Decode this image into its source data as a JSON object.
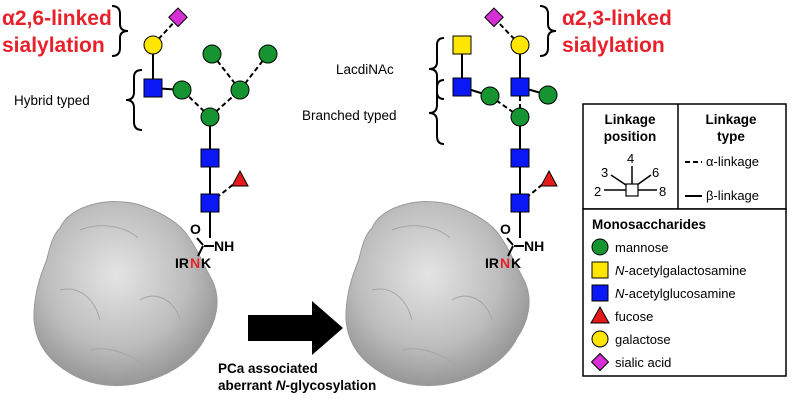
{
  "left": {
    "title_line1": "α2,6-linked",
    "title_line2": "sialylation",
    "hybrid_label": "Hybrid typed",
    "peptide": {
      "pre": "IR",
      "site": "N",
      "post": "K"
    },
    "amide_o": "O",
    "amide_nh": "NH"
  },
  "right": {
    "title_line1": "α2,3-linked",
    "title_line2": "sialylation",
    "lacdinac_label": "LacdiNAc",
    "branched_label": "Branched typed",
    "peptide": {
      "pre": "IR",
      "site": "N",
      "post": "K"
    },
    "amide_o": "O",
    "amide_nh": "NH"
  },
  "arrow_caption": {
    "line1": "PCa associated",
    "line2_pre": "aberrant ",
    "line2_italic": "N",
    "line2_post": "-glycosylation"
  },
  "linkage_box": {
    "position_header_line1": "Linkage",
    "position_header_line2": "position",
    "type_header_line1": "Linkage",
    "type_header_line2": "type",
    "positions": [
      "2",
      "3",
      "4",
      "6",
      "8"
    ],
    "alpha": "α-linkage",
    "beta": "β-linkage"
  },
  "monosaccharides": {
    "header": "Monosaccharides",
    "items": [
      {
        "shape": "circle",
        "color": "#169431",
        "label": "mannose"
      },
      {
        "shape": "square",
        "color": "#ffe600",
        "label_italic": "N",
        "label": "-acetylgalactosamine"
      },
      {
        "shape": "square",
        "color": "#0a18f5",
        "label_italic": "N",
        "label": "-acetylglucosamine"
      },
      {
        "shape": "triangle",
        "color": "#e41a1a",
        "label": "fucose"
      },
      {
        "shape": "circle",
        "color": "#ffe600",
        "label": "galactose"
      },
      {
        "shape": "diamond",
        "color": "#d62fd6",
        "label": "sialic acid"
      }
    ]
  },
  "colors": {
    "mannose": "#169431",
    "galnac": "#ffe600",
    "glcnac": "#0a18f5",
    "fucose": "#e41a1a",
    "galactose": "#ffe600",
    "sialic": "#d62fd6",
    "title_red": "#e8212b"
  }
}
